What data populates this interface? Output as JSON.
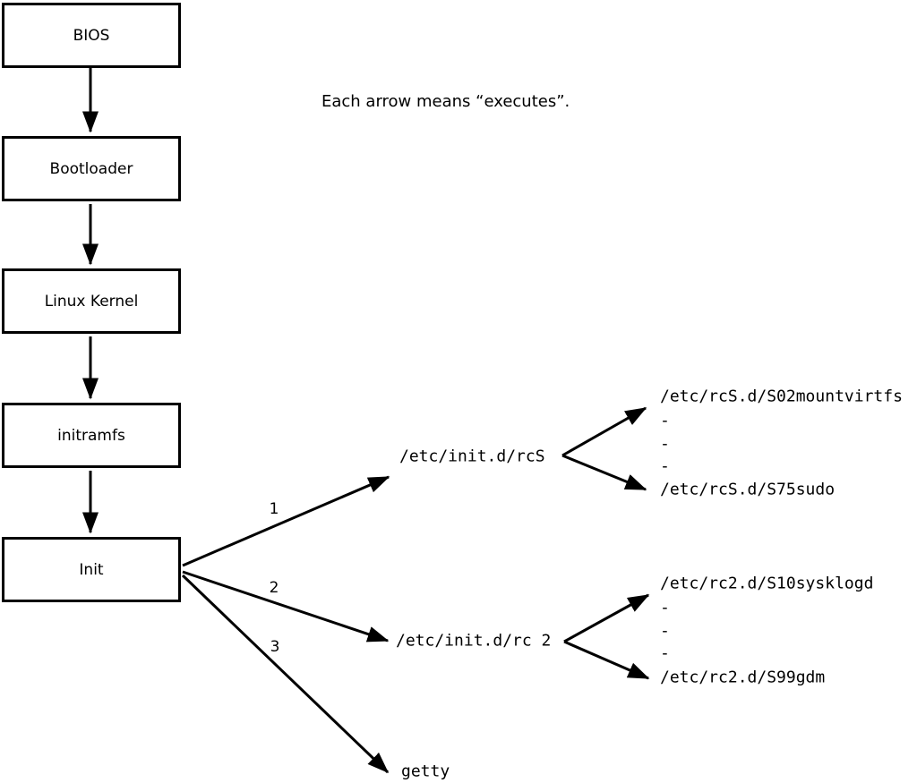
{
  "legend": {
    "text": "Each arrow means “executes”."
  },
  "boot_chain": {
    "boxes": [
      {
        "label": "BIOS"
      },
      {
        "label": "Bootloader"
      },
      {
        "label": "Linux Kernel"
      },
      {
        "label": "initramfs"
      },
      {
        "label": "Init"
      }
    ]
  },
  "init_branches": {
    "labels": [
      {
        "num": "1"
      },
      {
        "num": "2"
      },
      {
        "num": "3"
      }
    ],
    "targets": [
      {
        "text": "/etc/init.d/rcS"
      },
      {
        "text": "/etc/init.d/rc 2"
      },
      {
        "text": "getty"
      }
    ]
  },
  "rcS_scripts": {
    "items": [
      {
        "text": "/etc/rcS.d/S02mountvirtfs"
      },
      {
        "text": "-"
      },
      {
        "text": "-"
      },
      {
        "text": "-"
      },
      {
        "text": "/etc/rcS.d/S75sudo"
      }
    ]
  },
  "rc2_scripts": {
    "items": [
      {
        "text": "/etc/rc2.d/S10sysklogd"
      },
      {
        "text": "-"
      },
      {
        "text": "-"
      },
      {
        "text": "-"
      },
      {
        "text": "/etc/rc2.d/S99gdm"
      }
    ]
  },
  "colors": {
    "line": "#000000",
    "background": "#ffffff"
  }
}
